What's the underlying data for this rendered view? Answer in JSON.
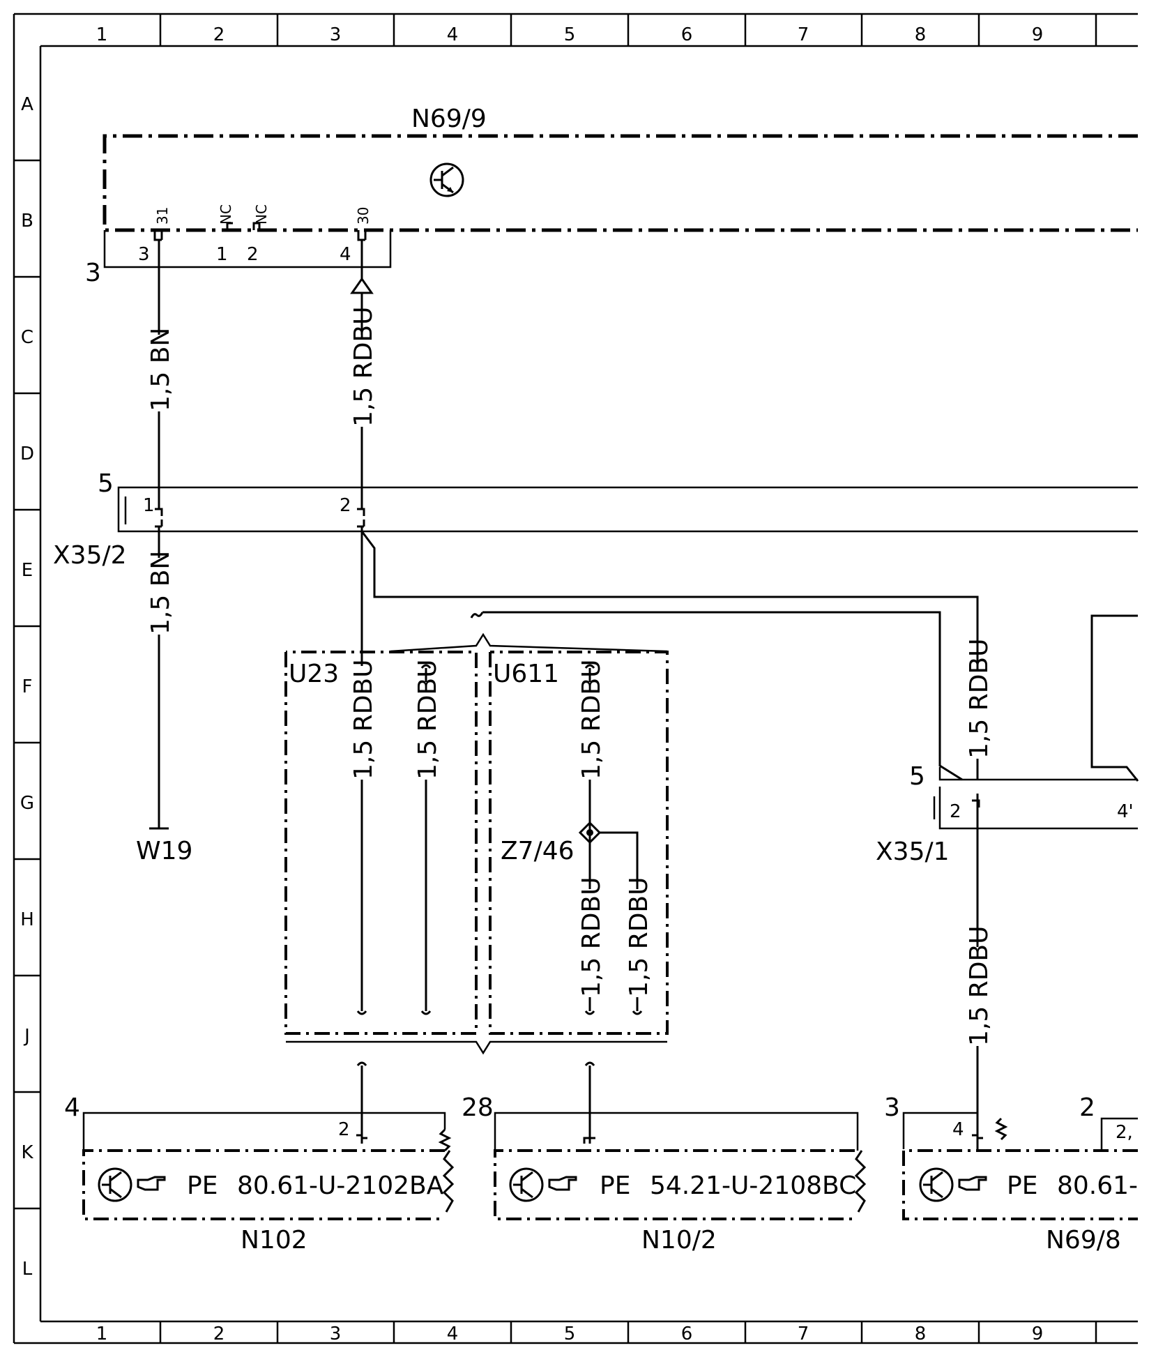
{
  "frame": {
    "columns": [
      "1",
      "2",
      "3",
      "4",
      "5",
      "6",
      "7",
      "8",
      "9"
    ],
    "rows": [
      "A",
      "B",
      "C",
      "D",
      "E",
      "F",
      "G",
      "H",
      "J",
      "K",
      "L"
    ]
  },
  "module_top": {
    "name": "N69/9",
    "pins": [
      "31",
      "NC",
      "NC",
      "30"
    ],
    "connector_ref": "3",
    "connector_pins": [
      "3",
      "1",
      "2",
      "4"
    ]
  },
  "connector_x35_2": {
    "name": "X35/2",
    "ref": "5",
    "pins": [
      "1",
      "2"
    ]
  },
  "connector_x35_1": {
    "name": "X35/1",
    "ref": "5",
    "pins": [
      "2",
      "4'"
    ]
  },
  "wires": {
    "bn_top": "1,5 BN",
    "bn_bottom": "1,5 BN",
    "rdbu_top": "1,5 RDBU",
    "rdbu_u23_a": "1,5 RDBU",
    "rdbu_u23_b": "1,5 RDBU",
    "rdbu_u611_top": "1,5 RDBU",
    "rdbu_u611_a": "1,5 RDBU",
    "rdbu_u611_b": "1,5 RDBU",
    "rdbu_right_top": "1,5 RDBU",
    "rdbu_right_bottom": "1,5 RDBU"
  },
  "ground": "W19",
  "groups": {
    "u23": "U23",
    "u611": "U611",
    "splice": "Z7/46"
  },
  "bottom_modules": [
    {
      "name": "N102",
      "ref": "4",
      "pin": "2",
      "pe": "PE",
      "code": "80.61-U-2102BA"
    },
    {
      "name": "N10/2",
      "ref": "28",
      "pin": "",
      "pe": "PE",
      "code": "54.21-U-2108BC"
    },
    {
      "name": "N69/8",
      "ref": "3",
      "pin": "4",
      "pe": "PE",
      "code": "80.61-"
    }
  ],
  "partial": {
    "ref2": "2",
    "pin2": "2,"
  }
}
